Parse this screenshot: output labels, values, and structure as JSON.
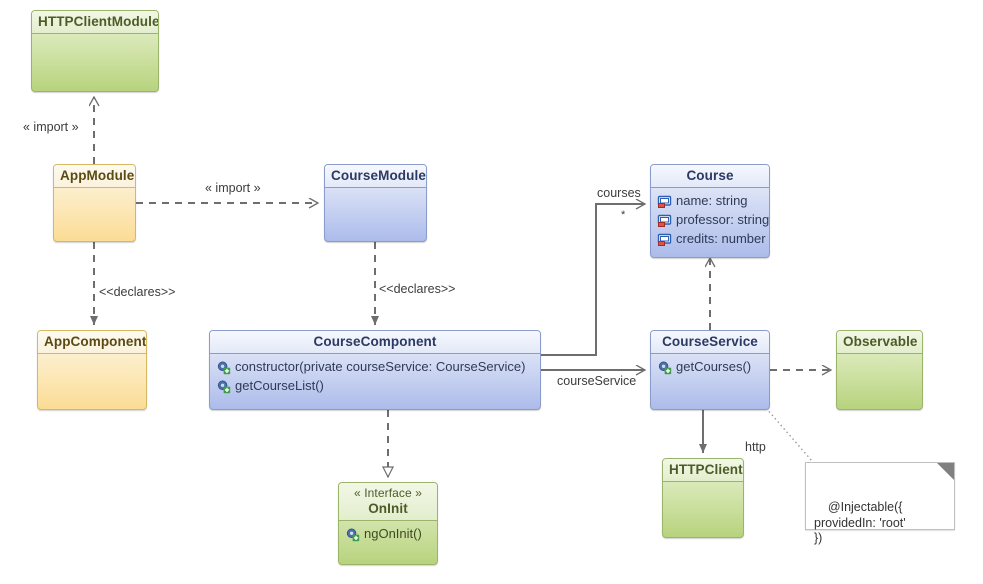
{
  "diagram": {
    "title": "Angular module and service UML class diagram",
    "colors": {
      "green_fill_top": "#eaf3d4",
      "green_fill_bottom": "#b7d37d",
      "green_border": "#9ab46a",
      "blue_fill_top": "#eef2fb",
      "blue_fill_bottom": "#acbbea",
      "blue_border": "#8a9ccb",
      "yellow_fill_top": "#fdf7e6",
      "yellow_fill_bottom": "#fbdc95",
      "yellow_border": "#d6b762",
      "edge": "#6e6e6e",
      "note_border": "#bfbfbf"
    }
  },
  "nodes": {
    "http_client_module": {
      "name": "HTTPClientModule",
      "stereotype": "",
      "members": []
    },
    "app_module": {
      "name": "AppModule",
      "stereotype": "",
      "members": []
    },
    "course_module": {
      "name": "CourseModule",
      "stereotype": "",
      "members": []
    },
    "course": {
      "name": "Course",
      "stereotype": "",
      "members": [
        {
          "icon": "private-field-icon",
          "text": "name: string"
        },
        {
          "icon": "private-field-icon",
          "text": "professor: string"
        },
        {
          "icon": "private-field-icon",
          "text": "credits: number"
        }
      ]
    },
    "app_component": {
      "name": "AppComponent",
      "stereotype": "",
      "members": []
    },
    "course_component": {
      "name": "CourseComponent",
      "stereotype": "",
      "members": [
        {
          "icon": "public-method-icon",
          "text": "constructor(private courseService: CourseService)"
        },
        {
          "icon": "public-method-icon",
          "text": "getCourseList()"
        }
      ]
    },
    "course_service": {
      "name": "CourseService",
      "stereotype": "",
      "members": [
        {
          "icon": "public-method-icon",
          "text": "getCourses()"
        }
      ]
    },
    "observable": {
      "name": "Observable",
      "stereotype": "",
      "members": []
    },
    "http_client": {
      "name": "HTTPClient",
      "stereotype": "",
      "members": []
    },
    "on_init": {
      "name": "OnInit",
      "stereotype": "« Interface »",
      "members": [
        {
          "icon": "public-method-icon",
          "text": "ngOnInit()"
        }
      ]
    }
  },
  "note": {
    "text": "@Injectable({\nprovidedIn: 'root'\n})"
  },
  "edge_labels": {
    "import_http": "« import »",
    "import_course_module": "« import »",
    "declares_app": "<<declares>>",
    "declares_course": "<<declares>>",
    "courses": "courses",
    "courses_multiplicity": "*",
    "course_service": "courseService",
    "http": "http"
  }
}
